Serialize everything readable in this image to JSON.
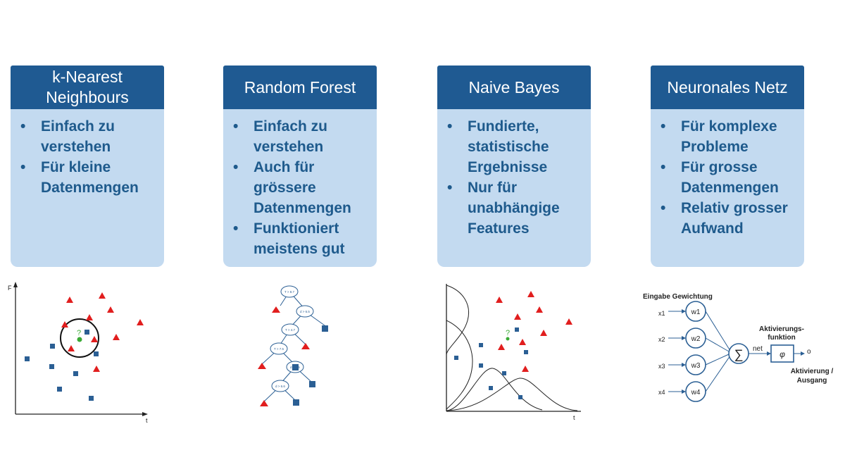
{
  "methods": [
    {
      "title": "k-Nearest Neighbours",
      "bullets": [
        "Einfach zu verstehen",
        "Für kleine Datenmengen"
      ]
    },
    {
      "title": "Random Forest",
      "bullets": [
        "Einfach zu verstehen",
        "Auch für grössere Datenmengen",
        "Funktioniert meistens gut"
      ]
    },
    {
      "title": "Naive Bayes",
      "bullets": [
        "Fundierte, statistische Ergebnisse",
        "Nur für unabhängige Features"
      ]
    },
    {
      "title": "Neuronales Netz",
      "bullets": [
        "Für komplexe Probleme",
        "Für grosse Datenmengen",
        "Relativ grosser Aufwand"
      ]
    }
  ],
  "bullet_char": "•",
  "knn": {
    "y_axis": "F",
    "x_axis": "t",
    "query_mark": "?"
  },
  "forest": {
    "nodes": [
      "T > 8.7",
      "d > 6.5",
      "T > 4.7",
      "T > 7.5",
      "d > 8.5",
      "d > 6.6"
    ]
  },
  "bayes": {
    "x_axis": "t",
    "query_mark": "?"
  },
  "nn": {
    "header": "Eingabe Gewichtung",
    "inputs": [
      "x1",
      "x2",
      "x3",
      "x4"
    ],
    "weights": [
      "w1",
      "w2",
      "w3",
      "w4"
    ],
    "sum_symbol": "∑",
    "net_label": "net",
    "phi": "φ",
    "activation_label_1": "Aktivierungs-",
    "activation_label_2": "funktion",
    "output_symbol": "o",
    "output_label_1": "Aktivierung /",
    "output_label_2": "Ausgang"
  },
  "colors": {
    "header": "#1f5a92",
    "body": "#c3daf0",
    "text": "#1e5a8c",
    "triangle": "#e11e1e",
    "square": "#2b5f94",
    "query": "#3aaa35"
  }
}
